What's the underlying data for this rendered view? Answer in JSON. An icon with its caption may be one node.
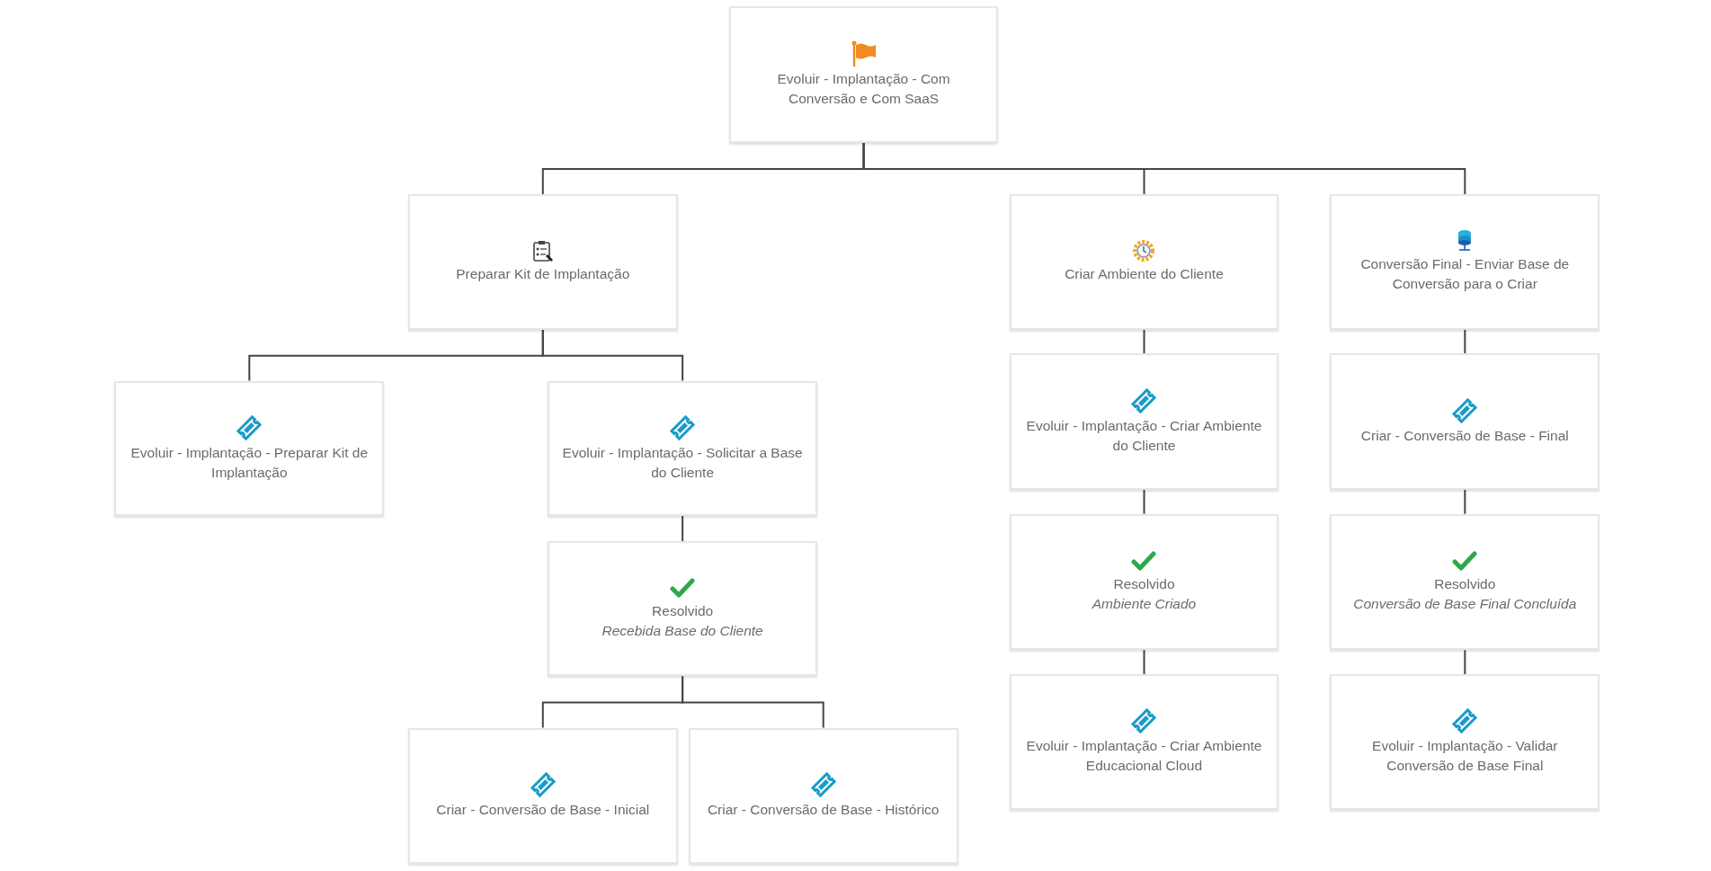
{
  "diagram": {
    "nodes": [
      {
        "text": [
          "Evoluir - Implantação - Com Conversão e Com SaaS"
        ]
      },
      {
        "text": [
          "Preparar Kit de Implantação"
        ]
      },
      {
        "text": [
          "Criar Ambiente do Cliente"
        ]
      },
      {
        "text": [
          "Conversão Final - Enviar Base de Conversão para o Criar"
        ]
      },
      {
        "text": [
          "Evoluir - Implantação - Preparar Kit de Implantação"
        ]
      },
      {
        "text": [
          "Evoluir - Implantação - Solicitar a Base do Cliente"
        ]
      },
      {
        "text": [
          "Evoluir - Implantação - Criar Ambiente do Cliente"
        ]
      },
      {
        "text": [
          "Criar - Conversão de Base - Final"
        ]
      },
      {
        "text": [
          "Resolvido",
          "Recebida Base do Cliente"
        ]
      },
      {
        "text": [
          "Resolvido",
          "Ambiente Criado"
        ]
      },
      {
        "text": [
          "Resolvido",
          "Conversão de Base Final Concluída"
        ]
      },
      {
        "text": [
          "Criar - Conversão de Base - Inicial"
        ]
      },
      {
        "text": [
          "Criar - Conversão de Base - Histórico"
        ]
      },
      {
        "text": [
          "Evoluir - Implantação - Criar Ambiente Educacional Cloud"
        ]
      },
      {
        "text": [
          "Evoluir - Implantação - Validar Conversão de Base Final"
        ]
      }
    ],
    "edges": [
      {
        "from": 0,
        "to": 1,
        "arrow": "none"
      },
      {
        "from": 0,
        "to": 2,
        "arrow": "none"
      },
      {
        "from": 0,
        "to": 3,
        "arrow": "none"
      },
      {
        "from": 1,
        "to": 4,
        "arrow": "none"
      },
      {
        "from": 1,
        "to": 5,
        "arrow": "none"
      },
      {
        "from": 2,
        "to": 6,
        "arrow": "none"
      },
      {
        "from": 3,
        "to": 7,
        "arrow": "none"
      },
      {
        "from": 5,
        "to": 8,
        "arrow": "none"
      },
      {
        "from": 6,
        "to": 9,
        "arrow": "none"
      },
      {
        "from": 7,
        "to": 10,
        "arrow": "none"
      },
      {
        "from": 8,
        "to": 11,
        "arrow": "none"
      },
      {
        "from": 8,
        "to": 12,
        "arrow": "none"
      },
      {
        "from": 9,
        "to": 13,
        "arrow": "none"
      },
      {
        "from": 10,
        "to": 14,
        "arrow": "none"
      }
    ]
  }
}
